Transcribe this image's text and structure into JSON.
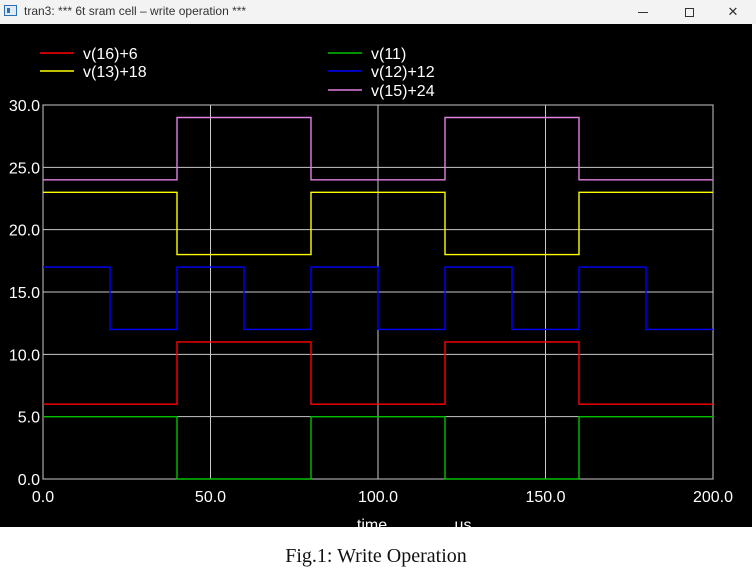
{
  "window": {
    "title": "tran3: *** 6t sram cell – write operation ***",
    "minimize_glyph": "—",
    "maximize_glyph": "☐",
    "close_glyph": "✕"
  },
  "caption": "Fig.1: Write Operation",
  "chart_data": {
    "type": "line",
    "xlabel": "time",
    "xunit": "us",
    "xlim": [
      0,
      200
    ],
    "ylim": [
      0,
      30
    ],
    "x_ticks": [
      0,
      50,
      100,
      150,
      200
    ],
    "x_tick_labels": [
      "0.0",
      "50.0",
      "100.0",
      "150.0",
      "200.0"
    ],
    "y_ticks": [
      0,
      5,
      10,
      15,
      20,
      25,
      30
    ],
    "y_tick_labels": [
      "0.0",
      "5.0",
      "10.0",
      "15.0",
      "20.0",
      "25.0",
      "30.0"
    ],
    "grid": true,
    "legend_position": "top",
    "background": "#000000",
    "series": [
      {
        "name": "v(16)+6",
        "color": "#ff0000",
        "x": [
          0,
          40,
          40,
          80,
          80,
          120,
          120,
          160,
          160,
          200
        ],
        "y": [
          6,
          6,
          11,
          11,
          6,
          6,
          11,
          11,
          6,
          6
        ]
      },
      {
        "name": "v(13)+18",
        "color": "#ffff00",
        "x": [
          0,
          40,
          40,
          80,
          80,
          120,
          120,
          160,
          160,
          200
        ],
        "y": [
          23,
          23,
          18,
          18,
          23,
          23,
          18,
          18,
          23,
          23
        ]
      },
      {
        "name": "v(11)",
        "color": "#00c000",
        "x": [
          0,
          40,
          40,
          80,
          80,
          120,
          120,
          160,
          160,
          200
        ],
        "y": [
          5,
          5,
          0,
          0,
          5,
          5,
          0,
          0,
          5,
          5
        ]
      },
      {
        "name": "v(12)+12",
        "color": "#0000ff",
        "x": [
          0,
          20,
          20,
          40,
          40,
          60,
          60,
          80,
          80,
          100,
          100,
          120,
          120,
          140,
          140,
          160,
          160,
          180,
          180,
          200
        ],
        "y": [
          17,
          17,
          12,
          12,
          17,
          17,
          12,
          12,
          17,
          17,
          12,
          12,
          17,
          17,
          12,
          12,
          17,
          17,
          12,
          12
        ]
      },
      {
        "name": "v(15)+24",
        "color": "#e080e0",
        "x": [
          0,
          40,
          40,
          80,
          80,
          120,
          120,
          160,
          160,
          200
        ],
        "y": [
          24,
          24,
          29,
          29,
          24,
          24,
          29,
          29,
          24,
          24
        ]
      }
    ]
  }
}
